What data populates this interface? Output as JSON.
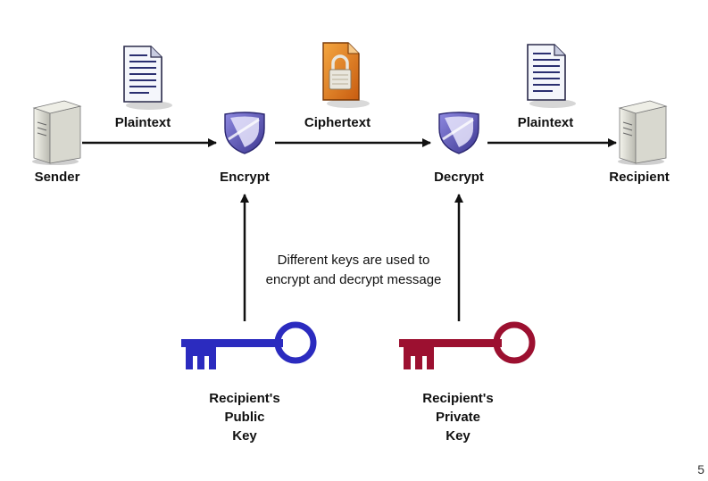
{
  "colors": {
    "public_key": "#2b2bbf",
    "private_key": "#9c1030",
    "arrow": "#111111",
    "shield": "#6a64c8",
    "lock_file": "#e8892a"
  },
  "icons": {
    "sender": "server-icon",
    "recipient": "server-icon",
    "plaintext_1": "document-icon",
    "ciphertext": "locked-document-icon",
    "plaintext_2": "document-icon",
    "encrypt": "shield-icon",
    "decrypt": "shield-icon",
    "public_key": "key-icon",
    "private_key": "key-icon"
  },
  "nodes": {
    "sender": "Sender",
    "encrypt": "Encrypt",
    "decrypt": "Decrypt",
    "recipient": "Recipient"
  },
  "edges": {
    "sender_to_encrypt": "Plaintext",
    "encrypt_to_decrypt": "Ciphertext",
    "decrypt_to_recipient": "Plaintext"
  },
  "note": {
    "line1": "Different keys are used to",
    "line2": "encrypt and decrypt message"
  },
  "keys": {
    "public": [
      "Recipient's",
      "Public",
      "Key"
    ],
    "private": [
      "Recipient's",
      "Private",
      "Key"
    ]
  },
  "page_number": "5"
}
